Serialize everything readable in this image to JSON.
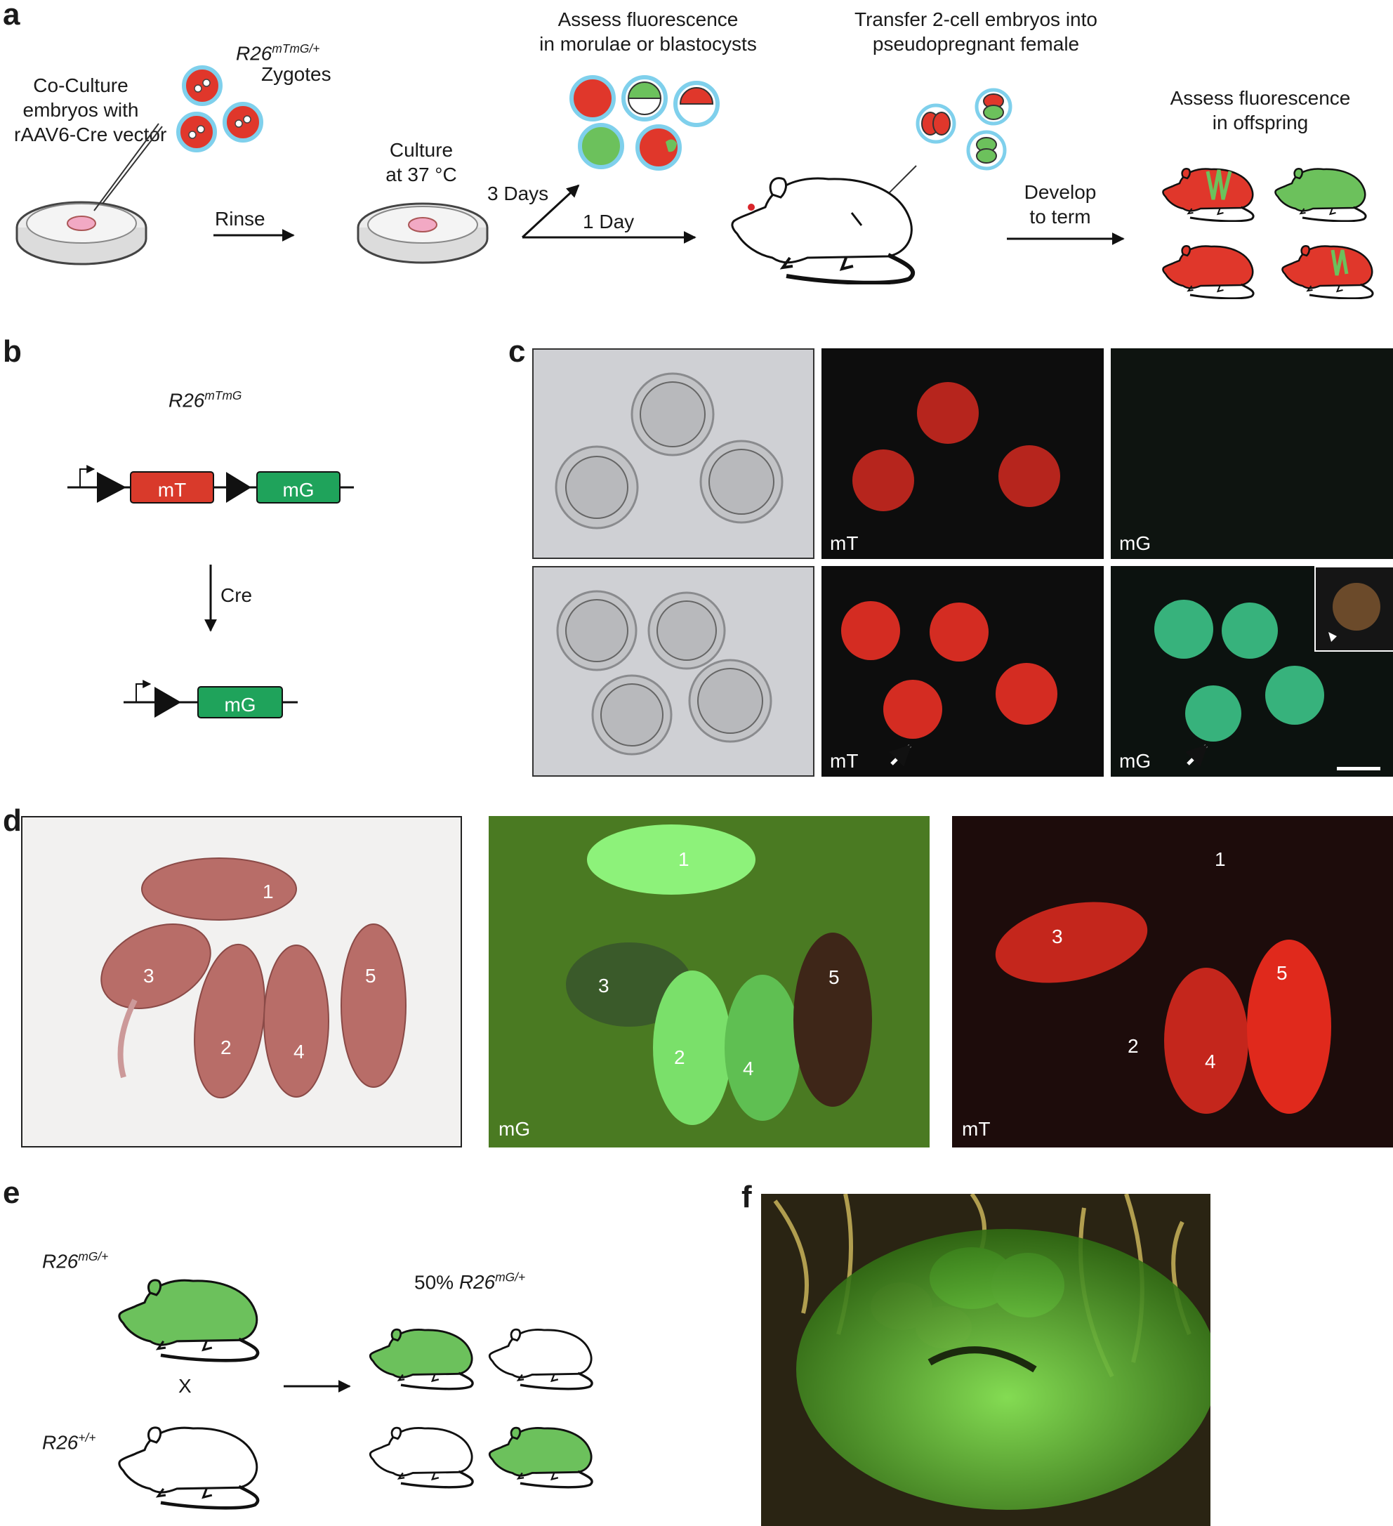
{
  "panels": {
    "a": {
      "letter": "a",
      "zygotes_genotype": "R26",
      "zygotes_genotype_sup": "mTmG/+",
      "zygotes_label": "Zygotes",
      "coculture_lines": [
        "Co-Culture",
        "embryos with",
        "rAAV6-Cre vector"
      ],
      "rinse": "Rinse",
      "culture_lines": [
        "Culture",
        "at 37 °C"
      ],
      "days3": "3 Days",
      "day1": "1 Day",
      "assess_embryo_lines": [
        "Assess fluorescence",
        "in morulae or blastocysts"
      ],
      "transfer_lines": [
        "Transfer 2-cell embryos into",
        "pseudopregnant female"
      ],
      "develop_lines": [
        "Develop",
        "to term"
      ],
      "assess_offspring_lines": [
        "Assess fluorescence",
        "in offspring"
      ]
    },
    "b": {
      "letter": "b",
      "allele": "R26",
      "allele_sup": "mTmG",
      "box_mT": "mT",
      "box_mG": "mG",
      "cre": "Cre",
      "box_mG2": "mG"
    },
    "c": {
      "letter": "c",
      "top_mT": "mT",
      "top_mG": "mG",
      "bottom_mT": "mT",
      "bottom_mG": "mG"
    },
    "d": {
      "letter": "d",
      "brightfield_numbers": [
        "1",
        "2",
        "3",
        "4",
        "5"
      ],
      "mG_label": "mG",
      "mG_numbers": [
        "1",
        "2",
        "3",
        "4",
        "5"
      ],
      "mT_label": "mT",
      "mT_numbers": [
        "1",
        "2",
        "3",
        "4",
        "5"
      ]
    },
    "e": {
      "letter": "e",
      "parent1": "R26",
      "parent1_sup": "mG/+",
      "cross": "X",
      "parent2": "R26",
      "parent2_sup": "+/+",
      "result_pct": "50%",
      "result_geno": "R26",
      "result_sup": "mG/+"
    },
    "f": {
      "letter": "f"
    }
  },
  "colors": {
    "tomato_red": "#e0372b",
    "egfp_green": "#6cc15c",
    "zona_blue": "#7fd0ec",
    "box_red": "#d93a2b",
    "box_green": "#1fa35b"
  }
}
